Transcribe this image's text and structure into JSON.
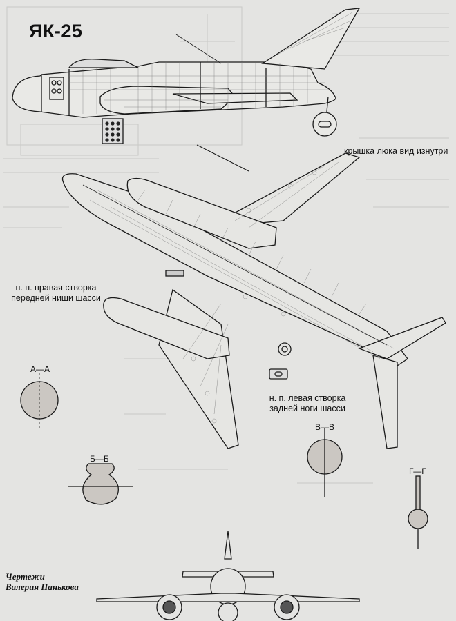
{
  "title": "ЯК-25",
  "labels": {
    "hatch_cover": "крышка люка вид изнутри",
    "front_door_line1": "н. п. правая створка",
    "front_door_line2": "передней ниши шасси",
    "rear_door_line1": "н. п. левая створка",
    "rear_door_line2": "задней ноги шасси"
  },
  "sections": {
    "a": "А—А",
    "b": "Б—Б",
    "v": "В—В",
    "g": "Г—Г"
  },
  "credit": {
    "line1": "Чертежи",
    "line2": "Валерия Панькова"
  }
}
